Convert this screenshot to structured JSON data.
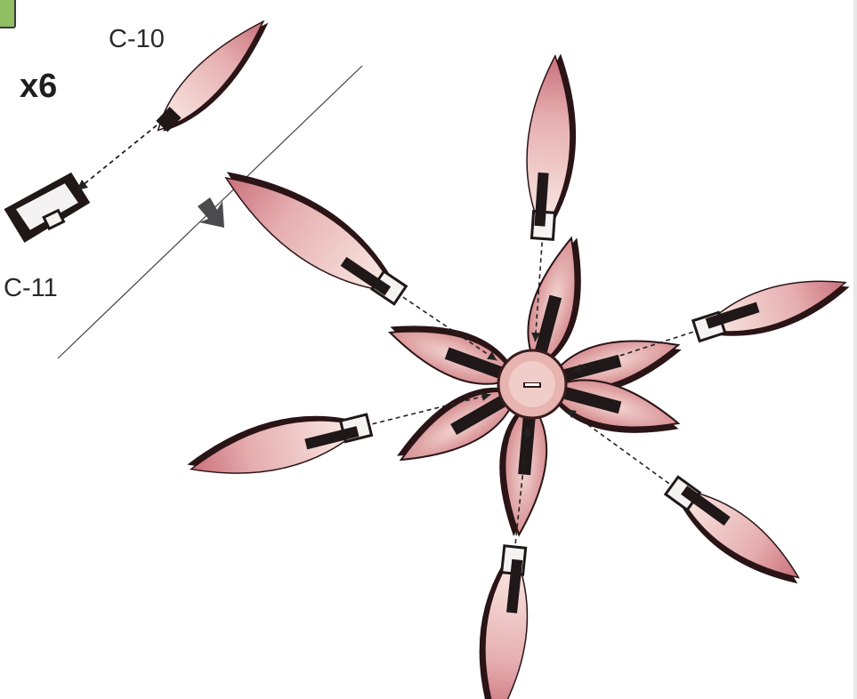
{
  "labels": {
    "outer_part": "C-10",
    "clip_part": "C-11",
    "quantity": "x6"
  },
  "colors": {
    "petal_tip": "#c9707a",
    "petal_base": "#fbeee8",
    "petal_edge": "#2a1416",
    "clip": "#1f1718",
    "corner_tab": "#8fbe63"
  }
}
